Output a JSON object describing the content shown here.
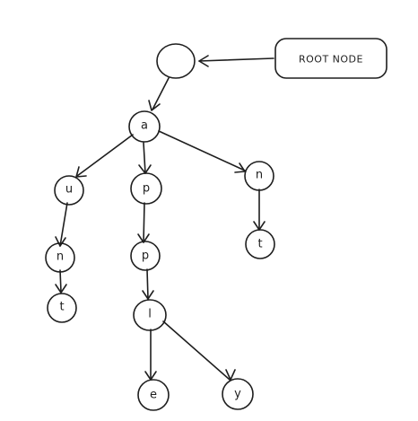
{
  "root_label": "ROOT NODE",
  "nodes": {
    "root": "",
    "a": "a",
    "u": "u",
    "n1": "n",
    "t1": "t",
    "p1": "p",
    "p2": "p",
    "l": "l",
    "e": "e",
    "y": "y",
    "n2": "n",
    "t2": "t"
  },
  "stroke_color": "#1e1e1e"
}
